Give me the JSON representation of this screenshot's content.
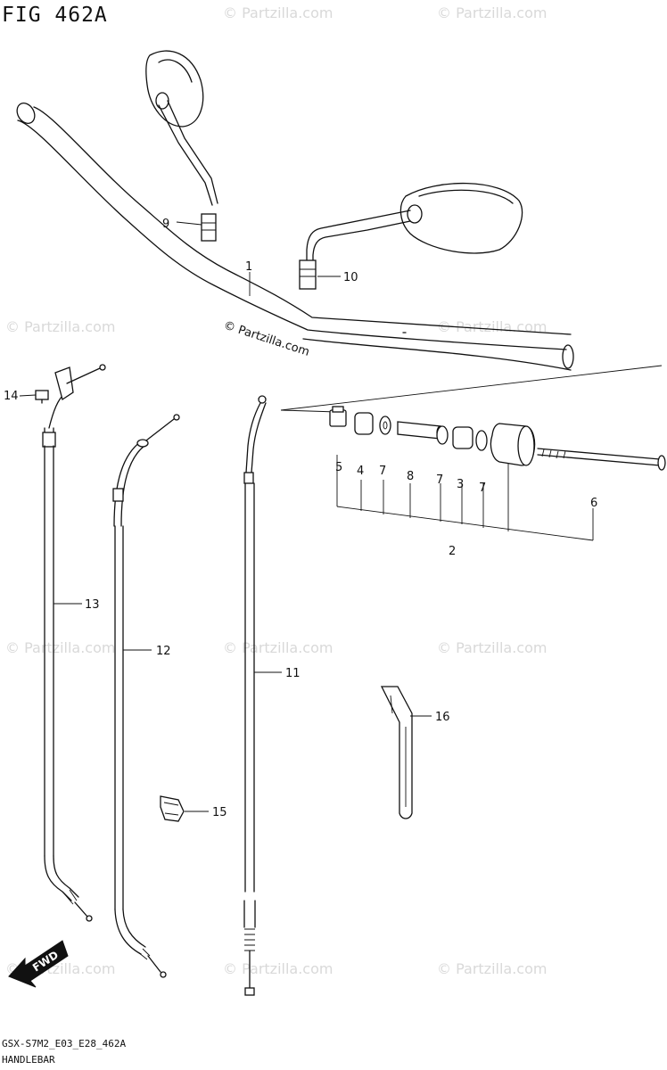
{
  "figure": {
    "title": "FIG 462A",
    "code": "GSX-S7M2_E03_E28_462A",
    "caption": "HANDLEBAR"
  },
  "watermark": {
    "text": "© Partzilla.com",
    "center_text": "© Partzilla.com"
  },
  "fwd_label": "FWD",
  "callouts": {
    "n1": "1",
    "n2": "2",
    "n3": "3",
    "n4": "4",
    "n5": "5",
    "n6": "6",
    "n7a": "7",
    "n7b": "7",
    "n7c": "7",
    "n8": "8",
    "n9": "9",
    "n10": "10",
    "n11": "11",
    "n12": "12",
    "n13": "13",
    "n14": "14",
    "n15": "15",
    "n16": "16"
  },
  "colors": {
    "line": "#111111",
    "watermark": "#d9d9d9",
    "background": "#ffffff"
  }
}
